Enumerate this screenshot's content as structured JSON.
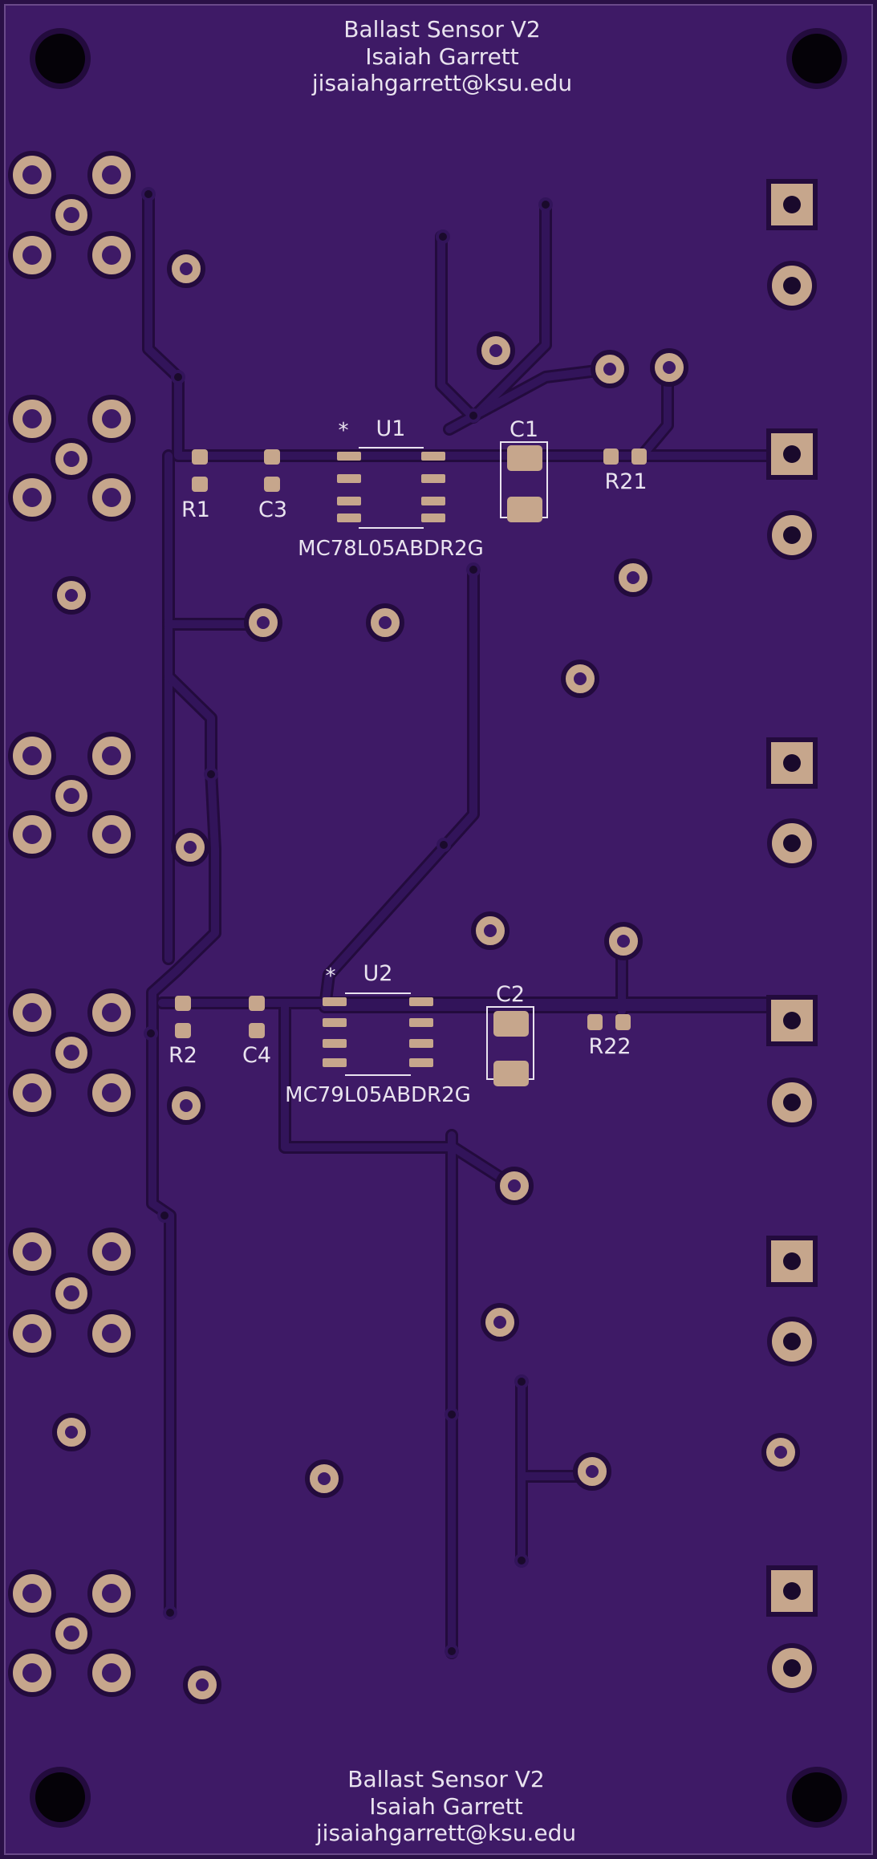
{
  "colors": {
    "board": "#3e1a66",
    "edge": "#2a1046",
    "track": "#32145a",
    "track_outline": "#230b3d",
    "pad": "#c6a68c",
    "drill": "#1a0a2c",
    "silk": "#e9e3ef",
    "mount_hole": "#050208"
  },
  "header": {
    "title": "Ballast Sensor V2",
    "author": "Isaiah Garrett",
    "email": "jisaiahgarrett@ksu.edu"
  },
  "footer": {
    "title": "Ballast Sensor V2",
    "author": "Isaiah Garrett",
    "email": "jisaiahgarrett@ksu.edu"
  },
  "components": {
    "u1": {
      "ref": "U1",
      "value": "MC78L05ABDR2G",
      "pin1": "*"
    },
    "u2": {
      "ref": "U2",
      "value": "MC79L05ABDR2G",
      "pin1": "*"
    },
    "c1": "C1",
    "c2": "C2",
    "c3": "C3",
    "c4": "C4",
    "r1": "R1",
    "r2": "R2",
    "r21": "R21",
    "r22": "R22"
  }
}
